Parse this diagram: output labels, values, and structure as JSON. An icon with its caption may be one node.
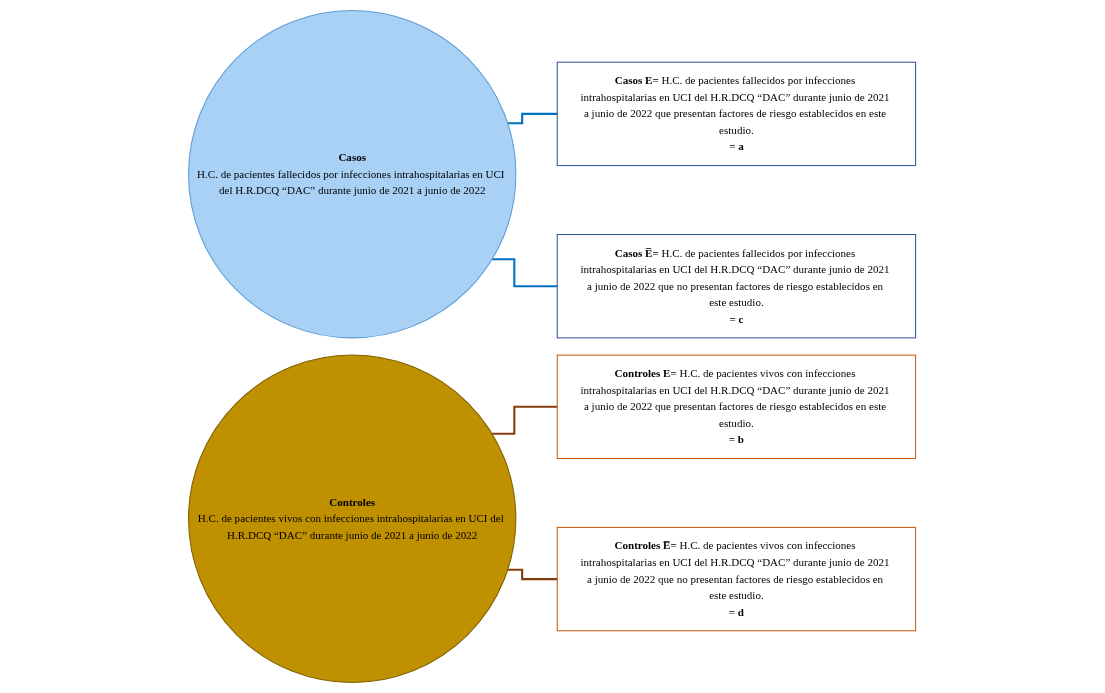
{
  "diagram": {
    "nodes": [
      {
        "text": [
          "Casos",
          "H.C. de pacientes fallecidos por infecciones intrahospitalarias en UCI del H.R.DCQ “DAC” durante junio de 2021 a junio de 2022"
        ]
      },
      {
        "text": [
          "Casos E=",
          "H.C. de pacientes fallecidos por infecciones intrahospitalarias en UCI del H.R.DCQ “DAC” durante junio de 2021 a junio de 2022 que presentan factores de riesgo establecidos en este estudio.",
          "= a"
        ]
      },
      {
        "text": [
          "Casos E̅=",
          "H.C. de pacientes fallecidos por infecciones intrahospitalarias en UCI del H.R.DCQ “DAC” durante junio de 2021 a junio de 2022 que no presentan factores de riesgo establecidos en este estudio.",
          "= c"
        ]
      },
      {
        "text": [
          "Controles",
          "H.C. de pacientes vivos con infecciones intrahospitalarias en UCI del H.R.DCQ “DAC” durante junio de 2021 a junio de 2022"
        ]
      },
      {
        "text": [
          "Controles E=",
          "H.C. de pacientes vivos con infecciones intrahospitalarias en UCI del H.R.DCQ “DAC” durante junio de 2021 a junio de 2022 que presentan factores de riesgo establecidos en este estudio.",
          "= b"
        ]
      },
      {
        "text": [
          "Controles E̅=",
          "H.C. de pacientes vivos con infecciones intrahospitalarias en UCI del H.R.DCQ “DAC” durante junio de 2021 a junio de 2022 que no presentan factores de riesgo establecidos en este estudio.",
          "= d"
        ]
      }
    ],
    "edges": [
      {
        "from": 0,
        "to": 1,
        "arrow": "none",
        "color": "#0070c0"
      },
      {
        "from": 0,
        "to": 2,
        "arrow": "none",
        "color": "#0070c0"
      },
      {
        "from": 3,
        "to": 4,
        "arrow": "none",
        "color": "#843c0c"
      },
      {
        "from": 3,
        "to": 5,
        "arrow": "none",
        "color": "#843c0c"
      }
    ]
  }
}
